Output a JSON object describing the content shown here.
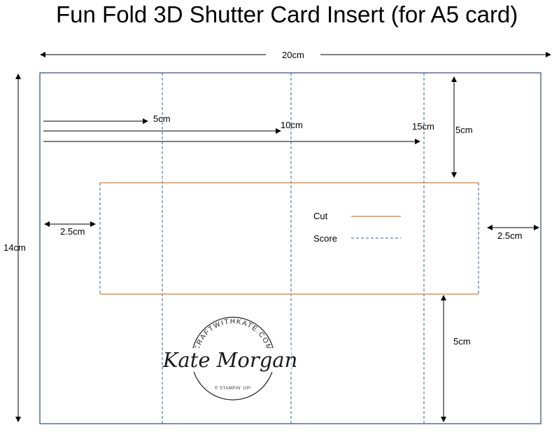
{
  "title": "Fun Fold 3D Shutter Card Insert (for A5 card)",
  "dimensions": {
    "width": "20cm",
    "height": "14cm",
    "m5a": "5cm",
    "m10": "10cm",
    "m15": "15cm",
    "top_gap": "5cm",
    "bottom_gap": "5cm",
    "left_margin": "2.5cm",
    "right_margin": "2.5cm"
  },
  "legend": {
    "cut_label": "Cut",
    "score_label": "Score",
    "cut_color": "#e07b2a",
    "score_color": "#2e5fa0"
  },
  "logo": {
    "arc_text": "CRAFTWITHKATE.COM",
    "script_name": "Kate Morgan",
    "small_text": "© STAMPIN' UP!"
  },
  "colors": {
    "border": "#2b4a7a",
    "arrow": "#000000"
  }
}
